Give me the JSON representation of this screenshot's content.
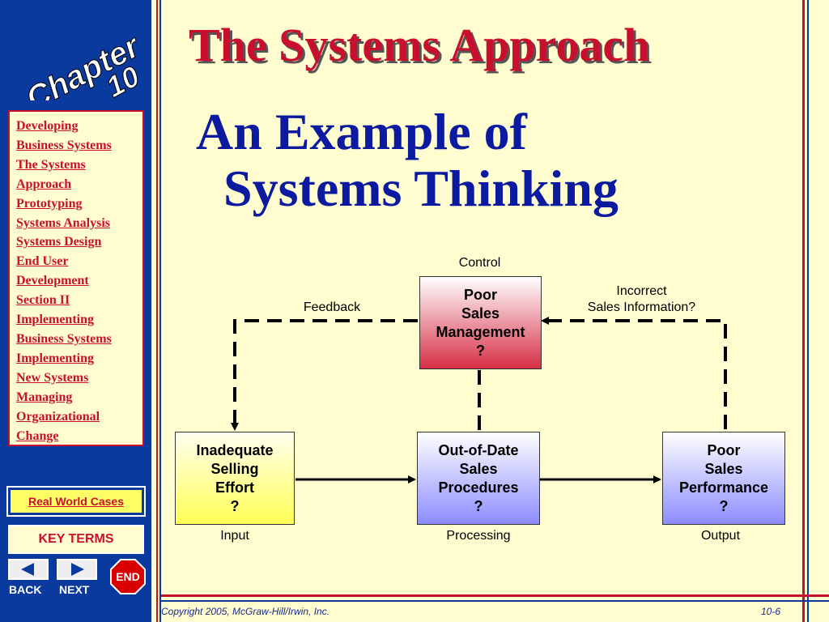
{
  "sidebar": {
    "chapter_label": "Chapter",
    "chapter_number": "10",
    "toc": [
      "Developing",
      "Business Systems",
      "The Systems",
      "Approach",
      "Prototyping",
      "Systems Analysis",
      "Systems Design",
      "End User",
      "Development",
      "Section II",
      "Implementing",
      "Business Systems",
      "Implementing",
      "New Systems",
      "Managing",
      "Organizational",
      "Change"
    ],
    "real_world_cases": "Real World Cases",
    "key_terms": "KEY TERMS",
    "back_label": "BACK",
    "next_label": "NEXT",
    "end_label": "END"
  },
  "main": {
    "title": "The Systems Approach",
    "subtitle_line1": "An Example of",
    "subtitle_line2": "Systems Thinking"
  },
  "diagram": {
    "control_label": "Control",
    "feedback_label": "Feedback",
    "incorrect_label_line1": "Incorrect",
    "incorrect_label_line2": "Sales Information?",
    "management_box": [
      "Poor",
      "Sales",
      "Management",
      "?"
    ],
    "input_box": [
      "Inadequate",
      "Selling",
      "Effort",
      "?"
    ],
    "processing_box": [
      "Out-of-Date",
      "Sales",
      "Procedures",
      "?"
    ],
    "output_box": [
      "Poor",
      "Sales",
      "Performance",
      "?"
    ],
    "input_label": "Input",
    "processing_label": "Processing",
    "output_label": "Output"
  },
  "footer": {
    "copyright": "Copyright 2005, McGraw-Hill/Irwin, Inc.",
    "page": "10-6"
  },
  "colors": {
    "sidebar_blue": "#0b3a9e",
    "title_red": "#c8102e",
    "subtitle_blue": "#0b1a9e",
    "background": "#fffdd0"
  }
}
